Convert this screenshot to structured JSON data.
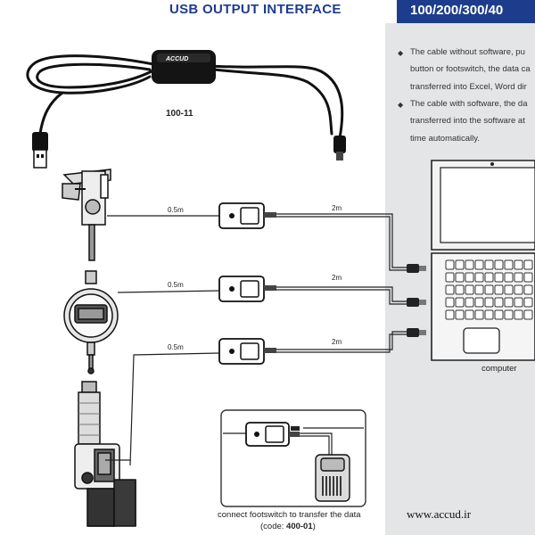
{
  "header": {
    "title": "USB OUTPUT INTERFACE",
    "models": "100/200/300/40"
  },
  "product": {
    "brand": "ACCUD",
    "model": "100-11"
  },
  "info": {
    "bullets": [
      [
        "The cable without software, pu",
        "button or footswitch, the data ca",
        "transferred into Excel, Word dir"
      ],
      [
        "The cable with software, the da",
        "transferred into the software at",
        "time automatically."
      ]
    ]
  },
  "cables": {
    "short_length": "0.5m",
    "long_length": "2m"
  },
  "computer_label": "computer",
  "footswitch": {
    "caption": "connect footswitch to transfer the data",
    "code_prefix": "(code: ",
    "code": "400-01",
    "code_suffix": ")"
  },
  "website": "www.accud.ir"
}
